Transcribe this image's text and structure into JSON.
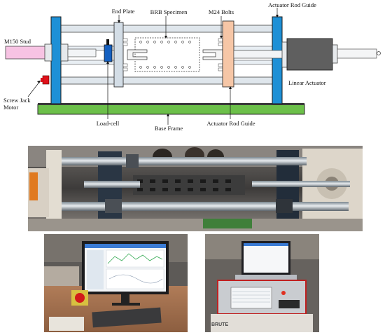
{
  "labels": {
    "m150_stud": "M150 Stud",
    "end_plate": "End Plate",
    "brb_specimen": "BRB Specimen",
    "m24_bolts": "M24 Bolts",
    "actuator_rod_guide_top": "Actuator Rod Guide",
    "linear_actuator": "Linear Actuator",
    "screw_jack_motor_line1": "Screw Jack",
    "screw_jack_motor_line2": "Motor",
    "load_cell": "Load-cell",
    "base_frame": "Base Frame",
    "actuator_rod_guide_bottom": "Actuator Rod Guide"
  },
  "photos": {
    "machine_label": "BRUTE"
  },
  "colors": {
    "column_blue": "#1e90d6",
    "stud_pink": "#f7c3e3",
    "base_green": "#6cc04a",
    "rod_guide_peach": "#f6c6a6",
    "actuator_gray": "#5f5f5f",
    "motor_red": "#e0101a",
    "load_cell_blue": "#1560c0",
    "end_plate_gray": "#d3dde6"
  }
}
